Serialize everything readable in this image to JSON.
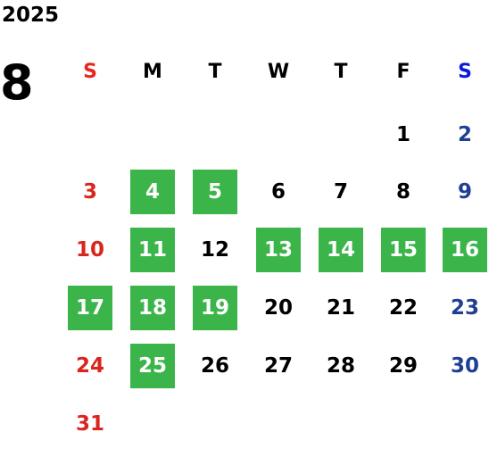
{
  "calendar": {
    "year": "2025",
    "month": "8",
    "weekdays": [
      "S",
      "M",
      "T",
      "W",
      "T",
      "F",
      "S"
    ],
    "weeks": [
      [
        "",
        "",
        "",
        "",
        "",
        "1",
        "2"
      ],
      [
        "3",
        "4",
        "5",
        "6",
        "7",
        "8",
        "9"
      ],
      [
        "10",
        "11",
        "12",
        "13",
        "14",
        "15",
        "16"
      ],
      [
        "17",
        "18",
        "19",
        "20",
        "21",
        "22",
        "23"
      ],
      [
        "24",
        "25",
        "26",
        "27",
        "28",
        "29",
        "30"
      ],
      [
        "31",
        "",
        "",
        "",
        "",
        "",
        ""
      ]
    ],
    "highlighted": [
      "4",
      "5",
      "11",
      "13",
      "14",
      "15",
      "16",
      "17",
      "18",
      "19",
      "25"
    ]
  },
  "colors": {
    "sunday_header": "#e8261f",
    "saturday_header": "#0a1adb",
    "sunday": "#d8261f",
    "saturday": "#1f3f94",
    "weekday": "#000000",
    "highlight_bg": "#3bb54a",
    "highlight_text": "#ffffff"
  }
}
